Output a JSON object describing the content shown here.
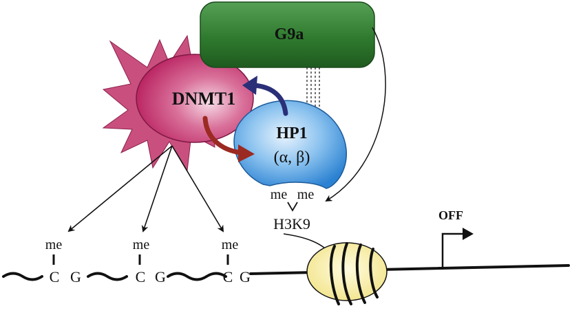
{
  "proteins": {
    "g9a": {
      "label": "G9a"
    },
    "dnmt1": {
      "label": "DNMT1"
    },
    "hp1": {
      "label": "HP1",
      "isoforms": "(α, β)"
    }
  },
  "histone": {
    "mark_left": "me",
    "mark_right": "me",
    "residue": "H3K9"
  },
  "dna": {
    "sites": [
      {
        "mark": "me",
        "c": "C",
        "g": "G"
      },
      {
        "mark": "me",
        "c": "C",
        "g": "G"
      },
      {
        "mark": "me",
        "c": "C",
        "g": "G"
      }
    ]
  },
  "gene_state": "OFF",
  "colors": {
    "g9a_fill": "#2f7a2f",
    "dnmt1_fill": "#c2306d",
    "dnmt1_star": "#c9507e",
    "hp1_fill": "#3f95dc",
    "nucleosome_fill": "#f6ec9c",
    "curved_arrow_blue": "#2a2f78",
    "curved_arrow_red": "#9b2a22"
  }
}
